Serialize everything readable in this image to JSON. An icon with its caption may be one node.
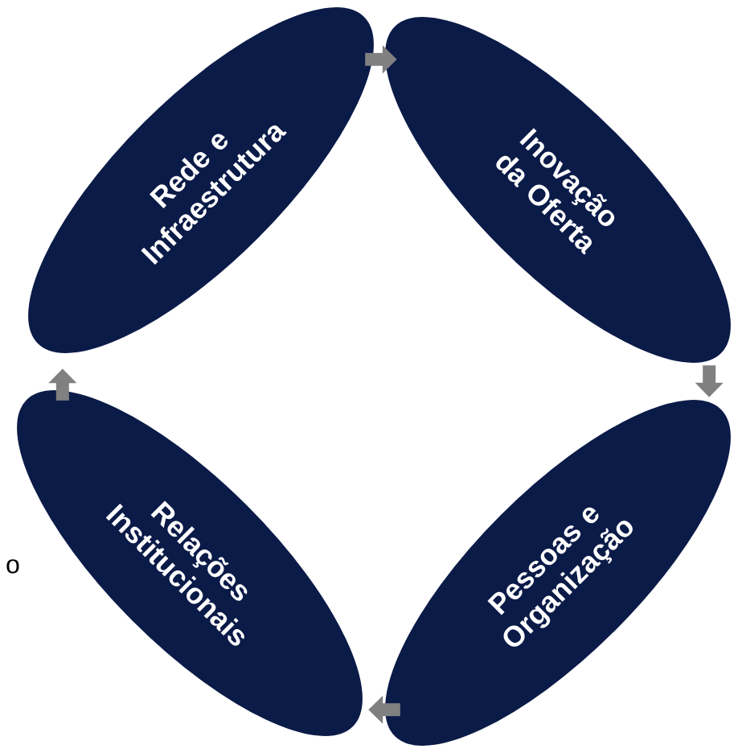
{
  "diagram": {
    "nodes": [
      {
        "text": [
          "Rede e Infraestrutura"
        ]
      },
      {
        "text": [
          "Inovação da Oferta"
        ]
      },
      {
        "text": [
          "Relações Institucionais"
        ]
      },
      {
        "text": [
          "Pessoas e Organização"
        ]
      }
    ],
    "edges": [
      {
        "from": 0,
        "to": 1,
        "arrow": "to"
      },
      {
        "from": 1,
        "to": 3,
        "arrow": "to"
      },
      {
        "from": 3,
        "to": 2,
        "arrow": "to"
      },
      {
        "from": 2,
        "to": 0,
        "arrow": "to"
      }
    ],
    "labels": [
      "o"
    ]
  }
}
